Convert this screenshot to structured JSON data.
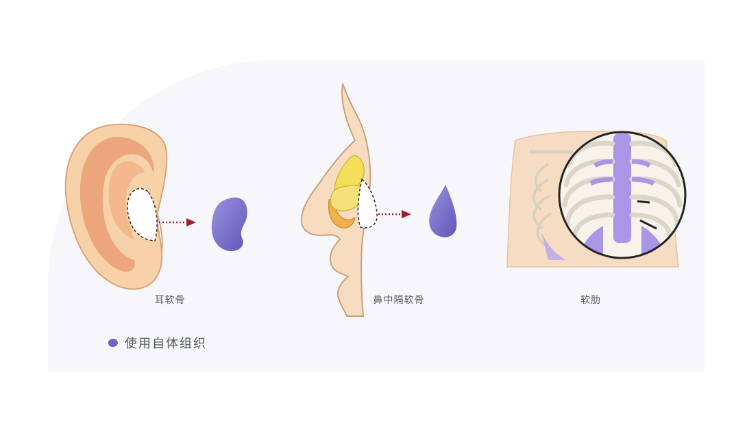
{
  "captions": {
    "ear": "耳软骨",
    "septum": "鼻中隔软骨",
    "rib": "软肋"
  },
  "legend": {
    "label": "使用自体组织",
    "swatch_color": "#6e66c4"
  },
  "colors": {
    "graft": "#7c72cf",
    "ear_skin": "#f6cfa4",
    "arrow": "#a31d2c",
    "cartilage_yellow": "#f3de5a"
  }
}
